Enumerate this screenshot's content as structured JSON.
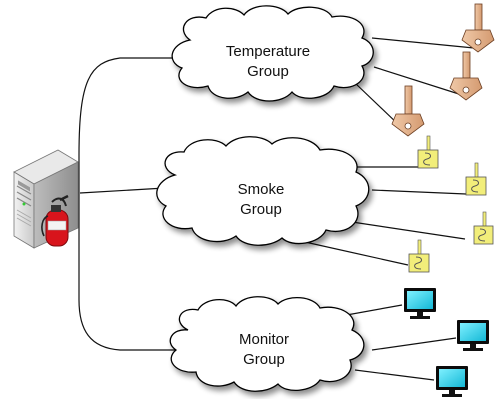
{
  "groups": {
    "temperature": {
      "line1": "Temperature",
      "line2": "Group"
    },
    "smoke": {
      "line1": "Smoke",
      "line2": "Group"
    },
    "monitor": {
      "line1": "Monitor",
      "line2": "Group"
    }
  },
  "icons": {
    "server": "server-icon",
    "extinguisher": "fire-extinguisher-icon",
    "temperature_sensor": "temperature-sensor-icon",
    "smoke_detector": "smoke-detector-icon",
    "monitor": "monitor-icon"
  },
  "colors": {
    "cloud_fill": "#ffffff",
    "cloud_stroke": "#000000",
    "temp_sensor": "#e3b08c",
    "smoke_detector": "#f2ee7a",
    "monitor_screen": "#1fd3ec",
    "extinguisher": "#d8141c",
    "server": "#d7d7d7"
  }
}
